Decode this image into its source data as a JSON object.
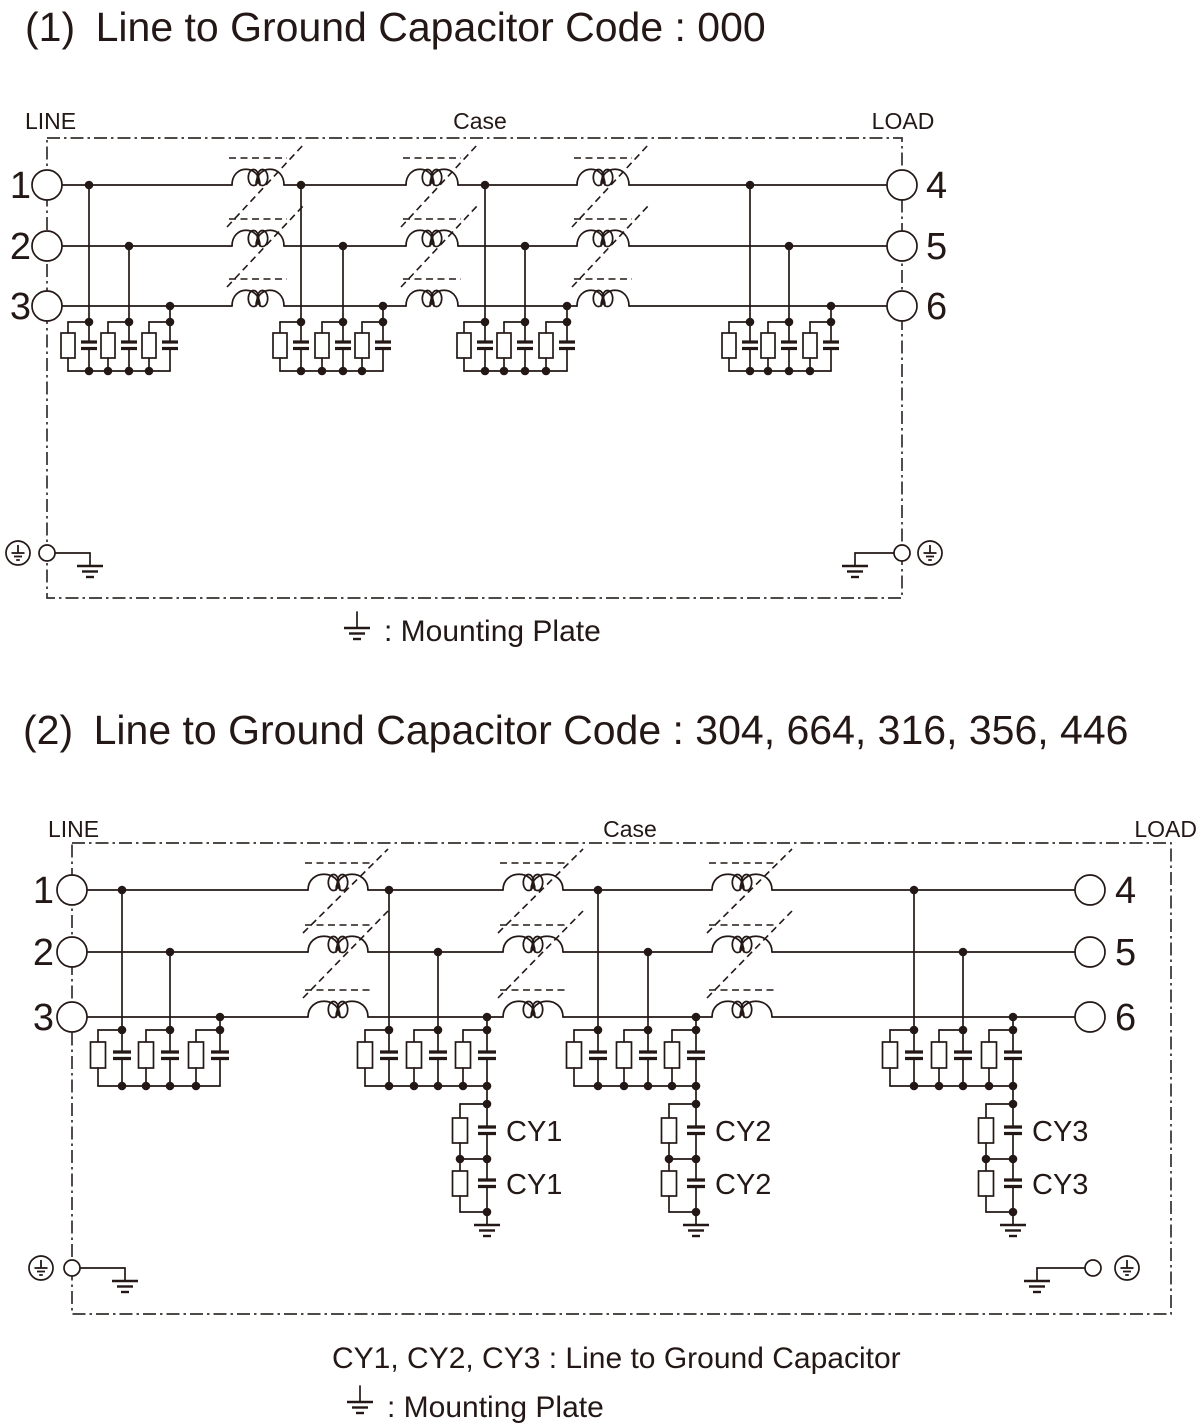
{
  "colors": {
    "ink": "#231815",
    "background": "#ffffff"
  },
  "section1": {
    "title": "(1) Line to Ground Capacitor Code : 000",
    "line_label": "LINE",
    "case_label": "Case",
    "load_label": "LOAD",
    "terminals_left": [
      "1",
      "2",
      "3"
    ],
    "terminals_right": [
      "4",
      "5",
      "6"
    ],
    "legend_mounting": ": Mounting Plate",
    "icons": [
      "protective-earth-icon",
      "mounting-plate-icon"
    ]
  },
  "section2": {
    "title": "(2) Line to Ground Capacitor Code : 304, 664, 316, 356, 446",
    "line_label": "LINE",
    "case_label": "Case",
    "load_label": "LOAD",
    "terminals_left": [
      "1",
      "2",
      "3"
    ],
    "terminals_right": [
      "4",
      "5",
      "6"
    ],
    "cy_labels": [
      "CY1",
      "CY1",
      "CY2",
      "CY2",
      "CY3",
      "CY3"
    ],
    "legend_cy": "CY1, CY2, CY3 : Line to Ground Capacitor",
    "legend_mounting": ": Mounting Plate",
    "icons": [
      "protective-earth-icon",
      "mounting-plate-icon"
    ]
  }
}
